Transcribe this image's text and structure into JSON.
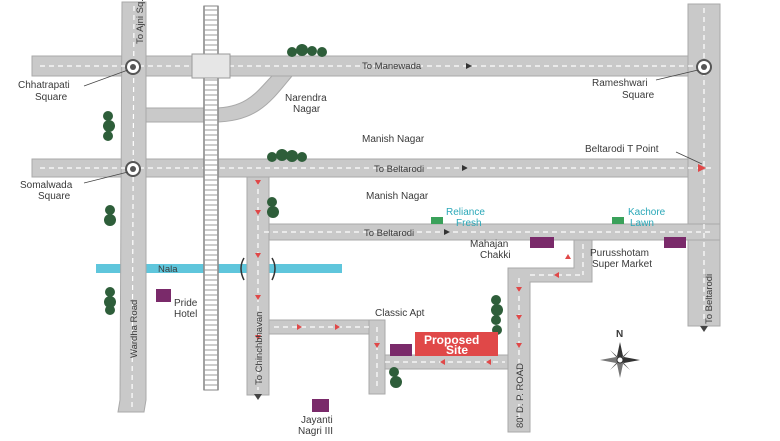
{
  "labels": {
    "to_ajni_sq": "To Ajni Sq.",
    "chhatrapati": "Chhatrapati",
    "chhatrapati_square": "Square",
    "to_manewada": "To Manewada",
    "rameshwari": "Rameshwari",
    "rameshwari_square": "Square",
    "narendra": "Narendra",
    "narendra_nagar": "Nagar",
    "manish_nagar_top": "Manish Nagar",
    "beltarodi_t_point": "Beltarodi T Point",
    "somalwada": "Somalwada",
    "somalwada_square": "Square",
    "to_beltarodi_upper": "To Beltarodi",
    "manish_nagar_mid": "Manish Nagar",
    "reliance": "Reliance",
    "reliance_fresh": "Fresh",
    "kachore": "Kachore",
    "kachore_lawn": "Lawn",
    "to_beltarodi_lower": "To Beltarodi",
    "mahajan": "Mahajan",
    "mahajan_chakki": "Chakki",
    "purusshotam": "Purusshotam",
    "purusshotam_market": "Super Market",
    "nala": "Nala",
    "pride": "Pride",
    "pride_hotel": "Hotel",
    "wardha_road": "Wardha Road",
    "to_beltarodi_right": "To Beltarodi",
    "classic_apt": "Classic Apt",
    "proposed": "Proposed",
    "proposed_site": "Site",
    "to_chinchbhavan": "To Chinchbhavan",
    "dp_road": "80' D. P. ROAD",
    "north": "N",
    "jayanti": "Jayanti",
    "jayanti_nagri": "Nagri III"
  },
  "colors": {
    "road": "#c9c9c9",
    "nala": "#5fc6dc",
    "tree": "#2e5e3a",
    "landmark": "#7a2a6a",
    "green_marker": "#3aa15a",
    "direction_arrow": "#e04848",
    "site": "#e04848"
  },
  "icons": [
    "compass-icon",
    "tree-icon",
    "junction-circle-icon",
    "direction-arrow-icon",
    "railway-track-icon"
  ]
}
